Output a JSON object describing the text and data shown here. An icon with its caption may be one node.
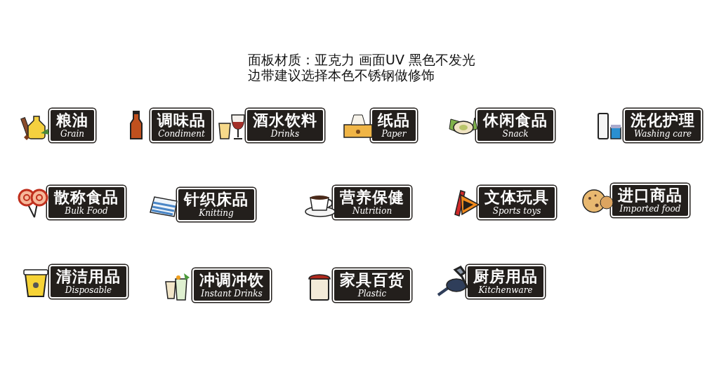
{
  "diagram": {
    "nodes": [
      {
        "text": [
          "粮油",
          "Grain"
        ]
      },
      {
        "text": [
          "调味品",
          "Condiment"
        ]
      },
      {
        "text": [
          "酒水饮料",
          "Drinks"
        ]
      },
      {
        "text": [
          "纸品",
          "Paper"
        ]
      },
      {
        "text": [
          "休闲食品",
          "Snack"
        ]
      },
      {
        "text": [
          "洗化护理",
          "Washing care"
        ]
      },
      {
        "text": [
          "散称食品",
          "Bulk Food"
        ]
      },
      {
        "text": [
          "针织床品",
          "Knitting"
        ]
      },
      {
        "text": [
          "营养保健",
          "Nutrition"
        ]
      },
      {
        "text": [
          "文体玩具",
          "Sports toys"
        ]
      },
      {
        "text": [
          "进口商品",
          "Imported food"
        ]
      },
      {
        "text": [
          "清洁用品",
          "Disposable"
        ]
      },
      {
        "text": [
          "冲调冲饮",
          "Instant Drinks"
        ]
      },
      {
        "text": [
          "家具百货",
          "Plastic"
        ]
      },
      {
        "text": [
          "厨房用品",
          "Kitchenware"
        ]
      }
    ],
    "labels": [
      "面板材质：亚克力 画面UV 黑色不发光",
      "边带建议选择本色不锈钢做修饰"
    ]
  }
}
